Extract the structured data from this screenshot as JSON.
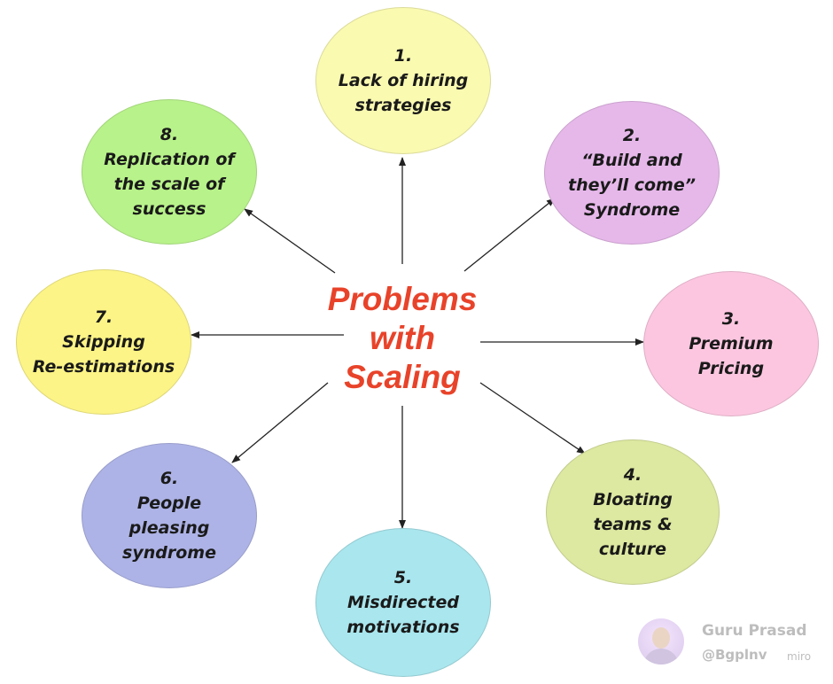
{
  "center": {
    "title": "Problems\nwith\nScaling",
    "color": "#e8432a"
  },
  "nodes": [
    {
      "id": "1",
      "text": "1.\nLack of hiring\nstrategies",
      "color": "#fafab0"
    },
    {
      "id": "2",
      "text": "2.\n“Build and\nthey’ll come”\nSyndrome",
      "color": "#e6b8ea"
    },
    {
      "id": "3",
      "text": "3.\nPremium\nPricing",
      "color": "#fcc6e0"
    },
    {
      "id": "4",
      "text": "4.\nBloating\nteams &\nculture",
      "color": "#dde8a0"
    },
    {
      "id": "5",
      "text": "5.\nMisdirected\nmotivations",
      "color": "#a9e6ee"
    },
    {
      "id": "6",
      "text": "6.\nPeople\npleasing\nsyndrome",
      "color": "#adb3e6"
    },
    {
      "id": "7",
      "text": "7.\nSkipping\nRe-estimations",
      "color": "#fcf486"
    },
    {
      "id": "8",
      "text": "8.\nReplication of\nthe scale of\nsuccess",
      "color": "#b8f28a"
    }
  ],
  "watermark": {
    "name": "Guru Prasad",
    "handle": "@Bgplnv",
    "brand": "miro"
  }
}
